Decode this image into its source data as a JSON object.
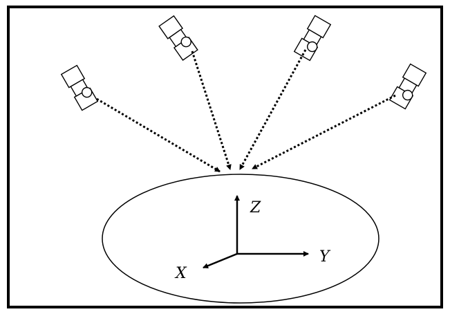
{
  "diagram": {
    "axes": {
      "z_label": "Z",
      "y_label": "Y",
      "x_label": "X"
    },
    "satellite_count": 4,
    "colors": {
      "stroke": "#000000",
      "background": "#ffffff"
    }
  }
}
